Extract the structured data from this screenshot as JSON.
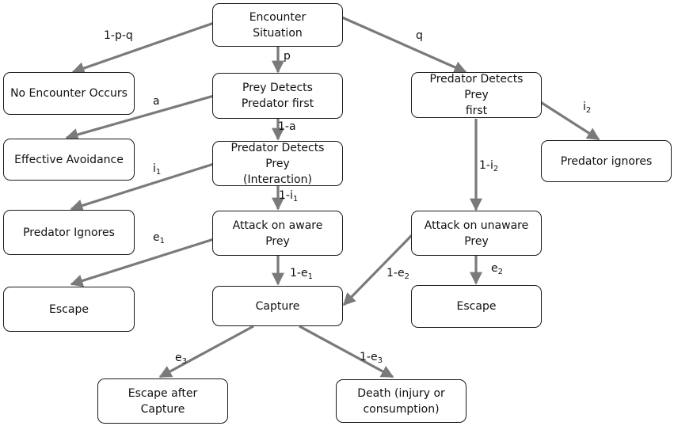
{
  "nodes": {
    "encounter": "Encounter\nSituation",
    "no_encounter": "No Encounter Occurs",
    "prey_detects": "Prey Detects\nPredator first",
    "predator_detects_first": "Predator Detects Prey\nfirst",
    "effective_avoidance": "Effective Avoidance",
    "interaction": "Predator Detects Prey\n(Interaction)",
    "predator_ignores_right": "Predator ignores",
    "predator_ignores_left": "Predator Ignores",
    "attack_aware": "Attack on aware\nPrey",
    "attack_unaware": "Attack on unaware\nPrey",
    "escape_left": "Escape",
    "capture": "Capture",
    "escape_right": "Escape",
    "escape_after_capture": "Escape after\nCapture",
    "death": "Death (injury or\nconsumption)"
  },
  "edges": {
    "one_minus_p_q": {
      "main": "1-p-q",
      "sub": ""
    },
    "p": {
      "main": "p",
      "sub": ""
    },
    "q": {
      "main": "q",
      "sub": ""
    },
    "a": {
      "main": "a",
      "sub": ""
    },
    "one_minus_a": {
      "main": "1-a",
      "sub": ""
    },
    "i2": {
      "main": "i",
      "sub": "2"
    },
    "i1": {
      "main": "i",
      "sub": "1"
    },
    "one_minus_i1": {
      "main": "1-i",
      "sub": "1"
    },
    "one_minus_i2": {
      "main": "1-i",
      "sub": "2"
    },
    "e1": {
      "main": "e",
      "sub": "1"
    },
    "one_minus_e1": {
      "main": "1-e",
      "sub": "1"
    },
    "one_minus_e2": {
      "main": "1-e",
      "sub": "2"
    },
    "e2": {
      "main": "e",
      "sub": "2"
    },
    "e3": {
      "main": "e",
      "sub": "3"
    },
    "one_minus_e3": {
      "main": "1-e",
      "sub": "3"
    }
  },
  "colors": {
    "arrow": "#7a7a7a",
    "border": "#1a1a1a"
  }
}
